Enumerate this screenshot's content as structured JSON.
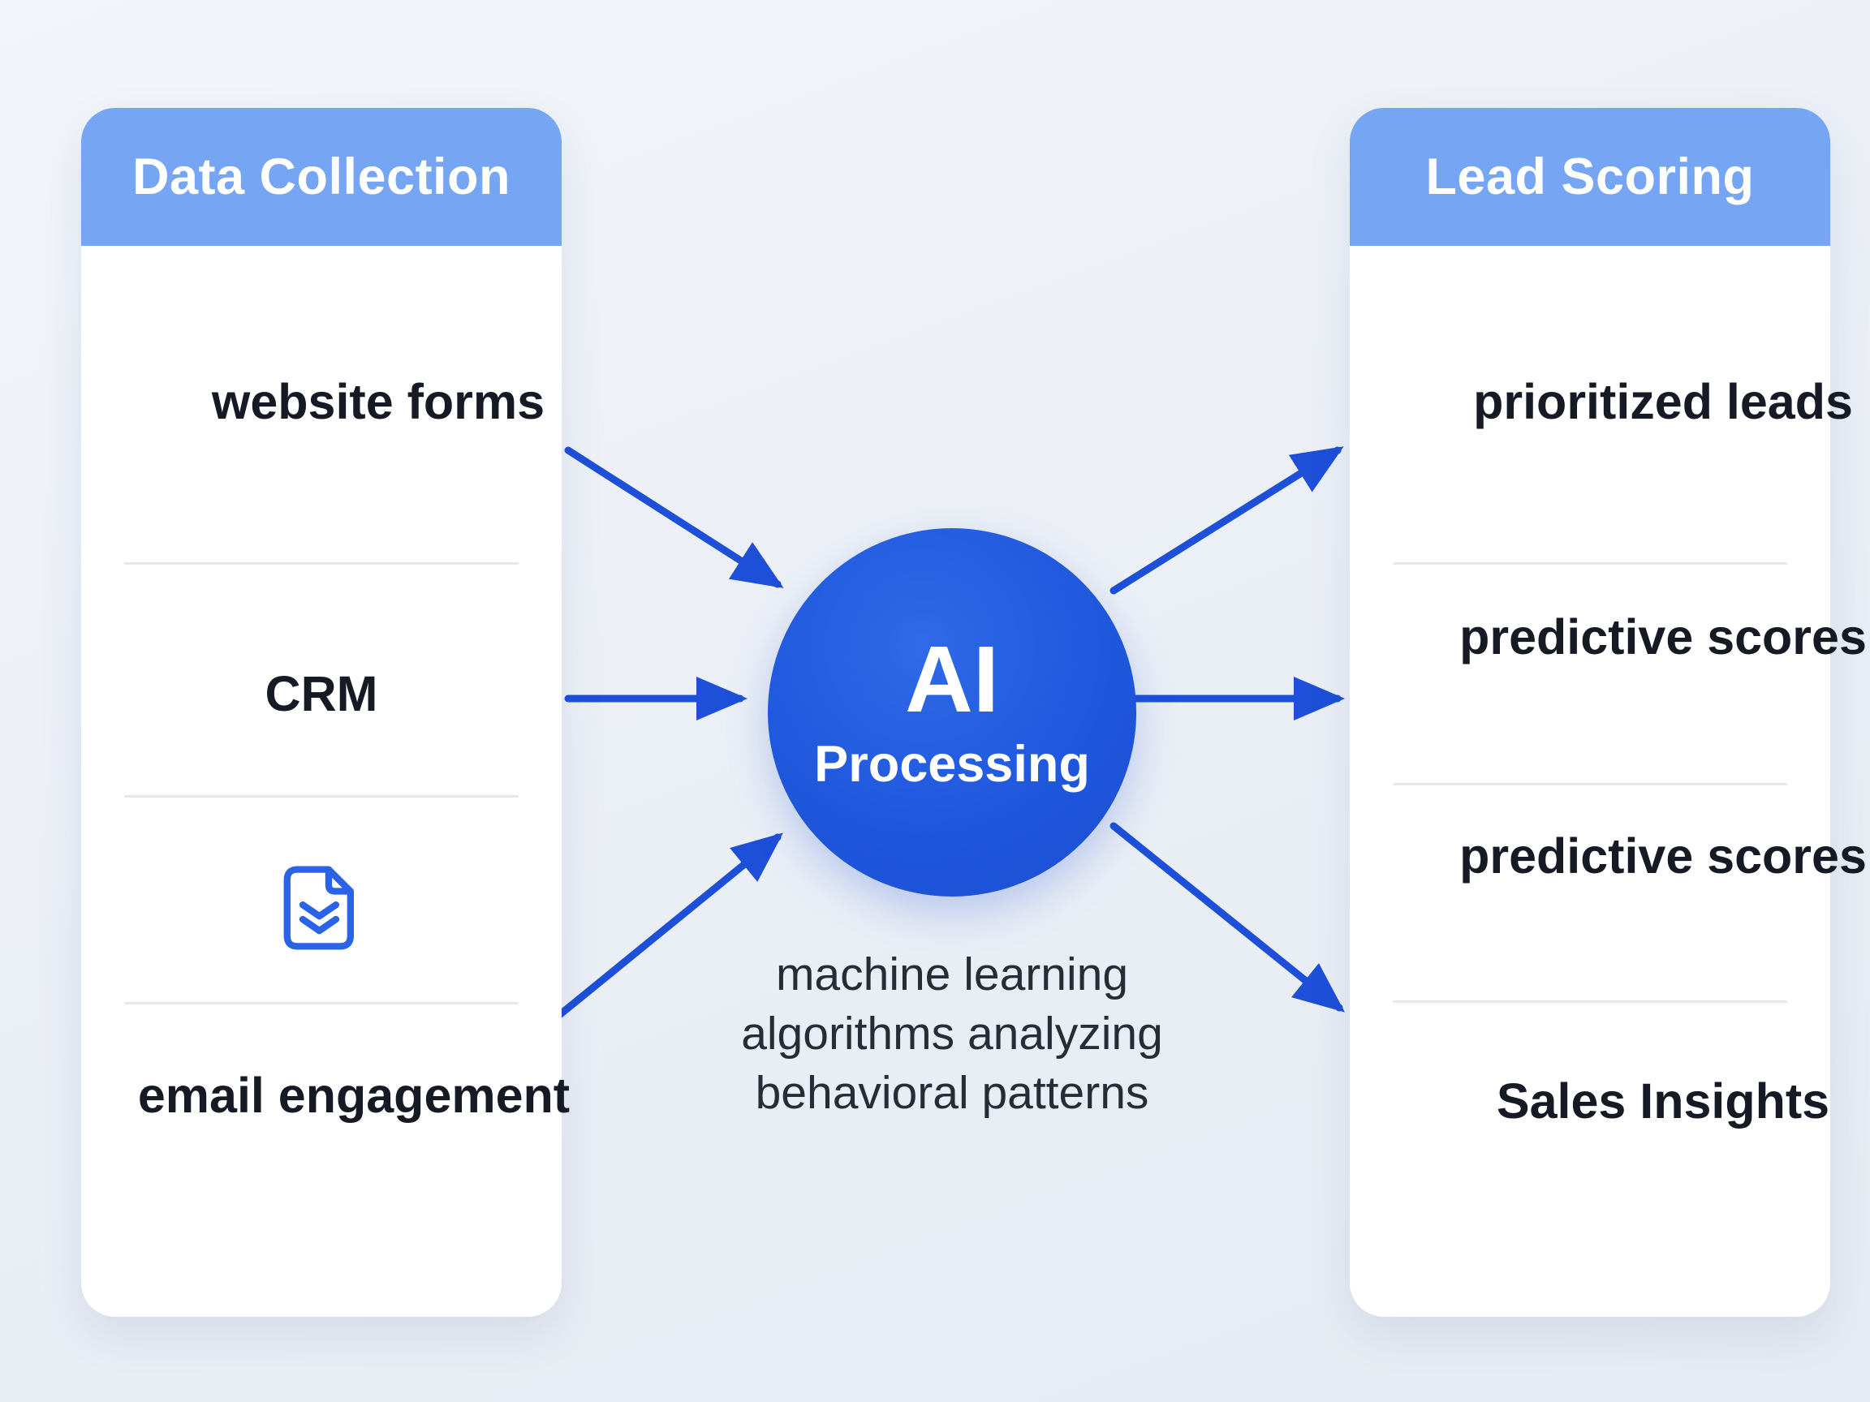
{
  "left_panel": {
    "title": "Data Collection",
    "items": [
      "website forms",
      "CRM",
      "email engagement"
    ],
    "icon": "email-document-icon"
  },
  "center": {
    "title": "AI",
    "subtitle": "Processing",
    "caption": "machine learning algorithms analyzing behavioral patterns"
  },
  "right_panel": {
    "title": "Lead Scoring",
    "items": [
      "prioritized leads",
      "predictive scores",
      "predictive scores",
      "Sales Insights"
    ]
  },
  "colors": {
    "background": "#e9edf4",
    "card": "#ffffff",
    "header_blue": "#76a5f4",
    "circle_blue": "#1e56dc",
    "arrow_blue": "#1d4fd9",
    "icon_blue": "#2b63e8",
    "text_dark": "#151a24",
    "divider": "#e5e8ee"
  }
}
